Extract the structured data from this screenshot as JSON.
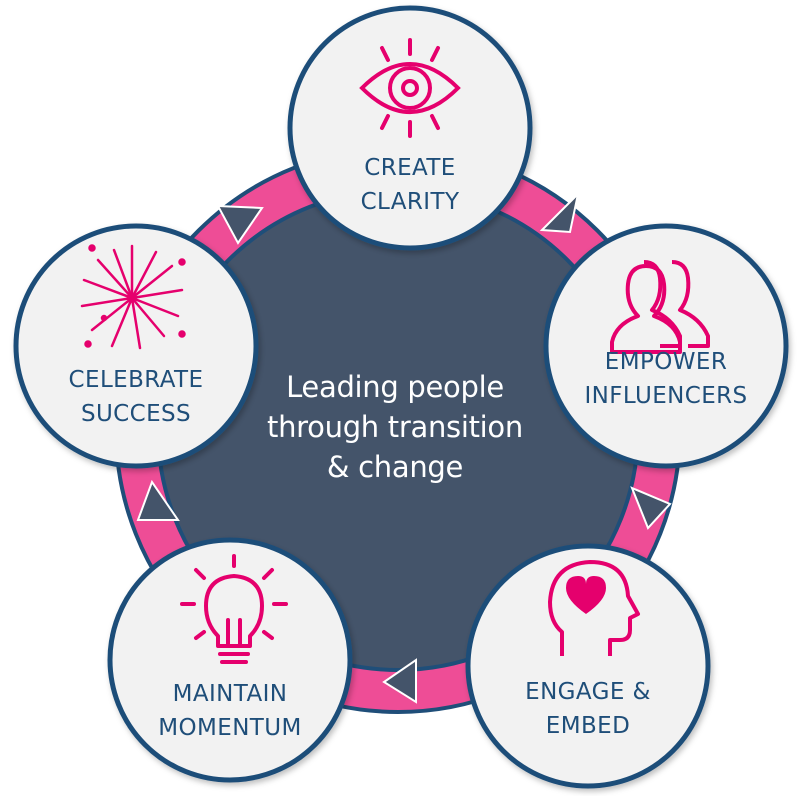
{
  "center": {
    "line1": "Leading people",
    "line2": "through transition",
    "line3": "& change"
  },
  "nodes": [
    {
      "id": "create-clarity",
      "line1": "CREATE",
      "line2": "CLARITY",
      "icon": "eye-icon"
    },
    {
      "id": "empower-influencers",
      "line1": "EMPOWER",
      "line2": "INFLUENCERS",
      "icon": "people-group-icon"
    },
    {
      "id": "engage-embed",
      "line1": "ENGAGE &",
      "line2": "EMBED",
      "icon": "head-heart-icon"
    },
    {
      "id": "maintain-momentum",
      "line1": "MAINTAIN",
      "line2": "MOMENTUM",
      "icon": "lightbulb-icon"
    },
    {
      "id": "celebrate-success",
      "line1": "CELEBRATE",
      "line2": "SUCCESS",
      "icon": "firework-icon"
    }
  ],
  "colors": {
    "ring": "#ee4d96",
    "ring_border": "#1f4e79",
    "center_fill": "#44546a",
    "node_fill": "#f2f2f2",
    "node_border": "#1f4e79",
    "icon": "#e5006d",
    "arrow": "#44546a",
    "label_text": "#1f4e79",
    "center_text": "#ffffff"
  }
}
